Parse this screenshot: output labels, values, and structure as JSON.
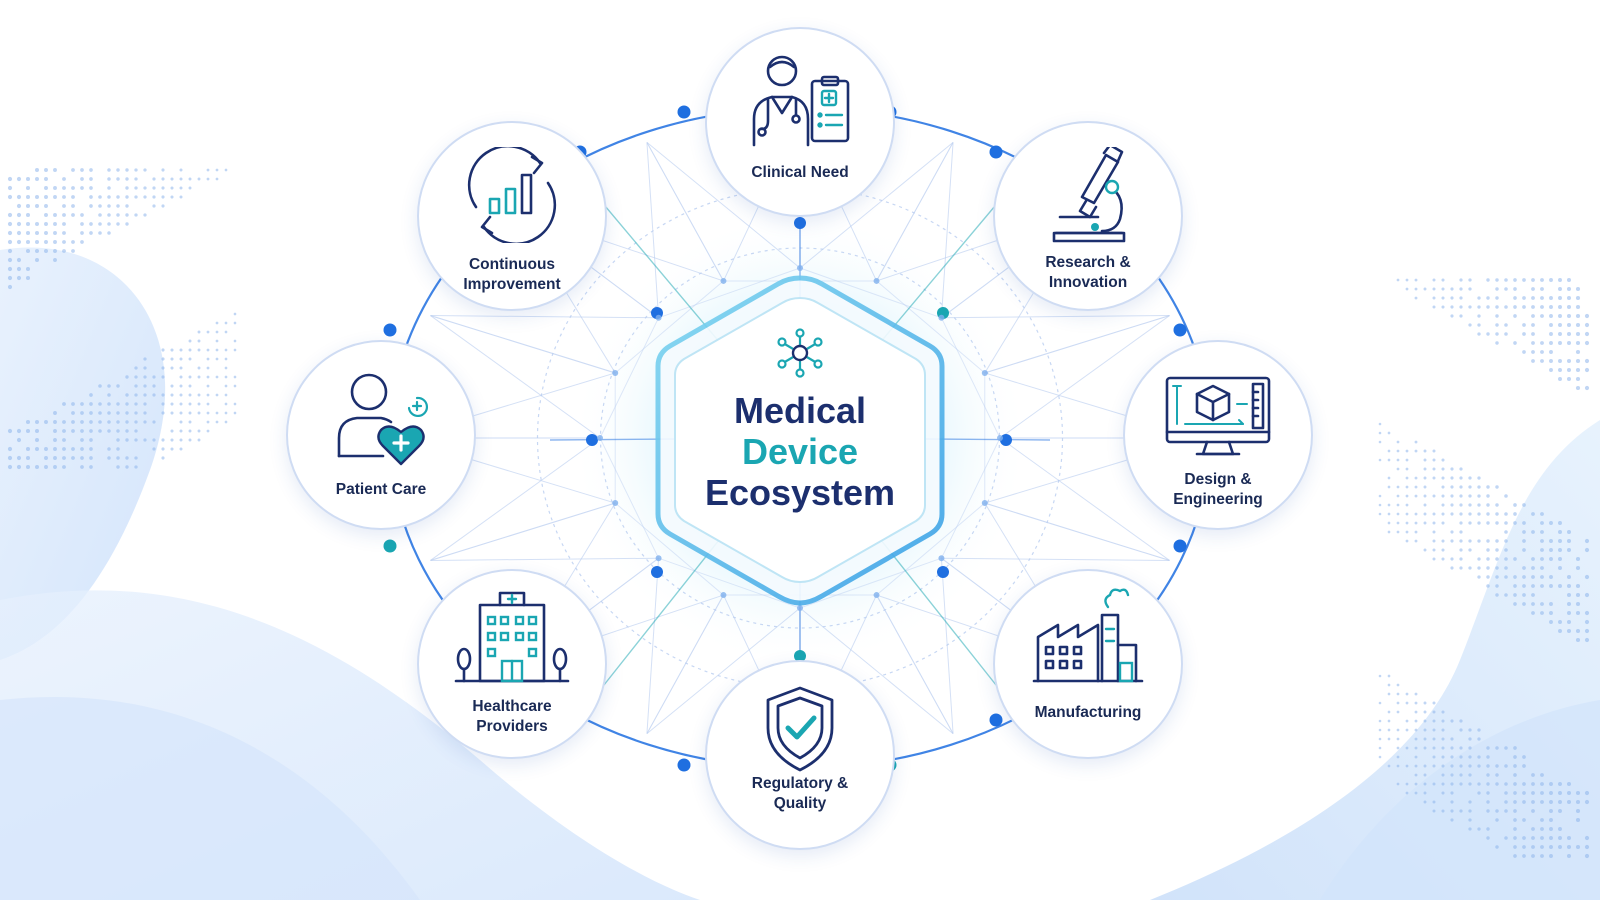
{
  "hub": {
    "title_line1": "Medical",
    "title_line2": "Device",
    "title_line3": "Ecosystem",
    "icon": "network-hub-icon"
  },
  "nodes": [
    {
      "id": "clinical-need",
      "lines": [
        "Clinical Need"
      ],
      "icon": "doctor-clipboard-icon"
    },
    {
      "id": "research-innovation",
      "lines": [
        "Research &",
        "Innovation"
      ],
      "icon": "microscope-icon"
    },
    {
      "id": "design-engineering",
      "lines": [
        "Design &",
        "Engineering"
      ],
      "icon": "monitor-cube-icon"
    },
    {
      "id": "manufacturing",
      "lines": [
        "Manufacturing"
      ],
      "icon": "factory-icon"
    },
    {
      "id": "regulatory-quality",
      "lines": [
        "Regulatory &",
        "Quality"
      ],
      "icon": "shield-check-icon"
    },
    {
      "id": "healthcare-providers",
      "lines": [
        "Healthcare",
        "Providers"
      ],
      "icon": "hospital-icon"
    },
    {
      "id": "patient-care",
      "lines": [
        "Patient Care"
      ],
      "icon": "patient-heart-icon"
    },
    {
      "id": "continuous-improvement",
      "lines": [
        "Continuous",
        "Improvement"
      ],
      "icon": "cycle-chart-icon"
    }
  ],
  "colors": {
    "navy": "#1c2f6e",
    "teal": "#1aa6b2",
    "blue": "#1f6fe0",
    "line": "#b9cdf0"
  }
}
